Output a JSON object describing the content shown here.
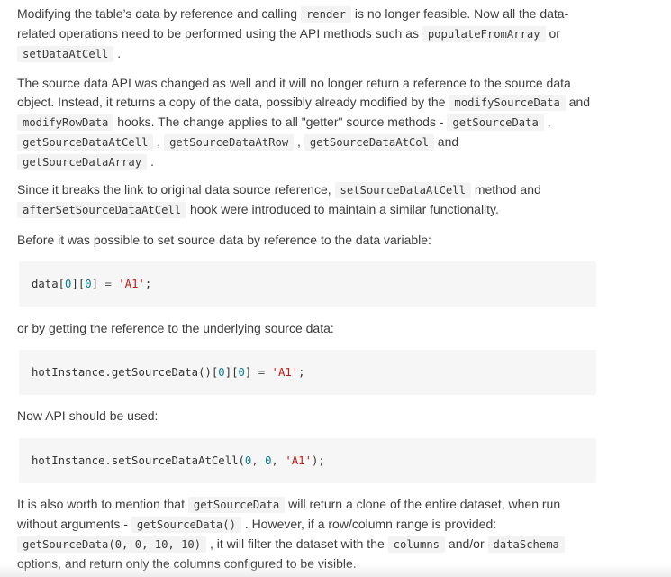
{
  "p1": {
    "t1": "Modifying the table’s data by reference and calling ",
    "c1": "render",
    "t2": " is no longer feasible. Now all the data-related operations need to be performed using the API methods such as ",
    "c2": "populateFromArray",
    "t3": " or ",
    "c3": "setDataAtCell",
    "t4": " ."
  },
  "p2": {
    "t1": "The source data API was changed as well and it will no longer return a reference to the source data object. Instead, it returns a copy of the data, possibly already modified by the ",
    "c1": "modifySourceData",
    "t2": " and ",
    "c2": "modifyRowData",
    "t3": " hooks. The change applies to all \"getter\" source methods - ",
    "c3": "getSourceData",
    "t4": " , ",
    "c4": "getSourceDataAtCell",
    "t5": " , ",
    "c5": "getSourceDataAtRow",
    "t6": " , ",
    "c6": "getSourceDataAtCol",
    "t7": " and ",
    "c7": "getSourceDataArray",
    "t8": " ."
  },
  "p3": {
    "t1": "Since it breaks the link to original data source reference, ",
    "c1": "setSourceDataAtCell",
    "t2": " method and ",
    "c2": "afterSetSourceDataAtCell",
    "t3": " hook were introduced to maintain a similar functionality."
  },
  "p4": "Before it was possible to set source data by reference to the data variable:",
  "code1": {
    "a": "data[",
    "n1": "0",
    "b": "][",
    "n2": "0",
    "c": "] ",
    "eq": "=",
    "d": " ",
    "s": "'A1'",
    "e": ";"
  },
  "p5": "or by getting the reference to the underlying source data:",
  "code2": {
    "a": "hotInstance.getSourceData()[",
    "n1": "0",
    "b": "][",
    "n2": "0",
    "c": "] ",
    "eq": "=",
    "d": " ",
    "s": "'A1'",
    "e": ";"
  },
  "p6": "Now API should be used:",
  "code3": {
    "a": "hotInstance.setSourceDataAtCell(",
    "n1": "0",
    "b": ", ",
    "n2": "0",
    "c": ", ",
    "s": "'A1'",
    "e": ");"
  },
  "p7": {
    "t1": "It is also worth to mention that ",
    "c1": "getSourceData",
    "t2": " will return a clone of the entire dataset, when run without arguments - ",
    "c2": "getSourceData()",
    "t3": " . However, if a row/column range is provided: ",
    "c3": "getSourceData(0, 0, 10, 10)",
    "t4": " , it will filter the dataset with the ",
    "c4": "columns",
    "t5": " and/or ",
    "c5": "dataSchema",
    "t6": " options, and return only the columns configured to be visible."
  }
}
